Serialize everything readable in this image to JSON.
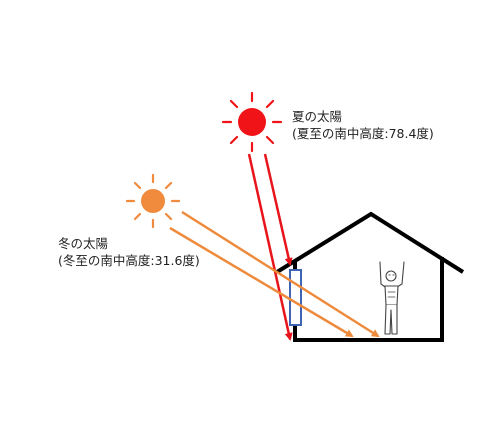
{
  "colors": {
    "summer_sun": "#f01418",
    "summer_ray": "#e8141b",
    "winter_sun": "#f08a3c",
    "winter_ray": "#ee8a3c",
    "house": "#000000",
    "window": "#3f64b4",
    "text": "#222222"
  },
  "summer": {
    "title": "夏の太陽",
    "altitude_note": "(夏至の南中高度:78.4度)",
    "altitude_deg": 78.4,
    "icon": "sun-icon"
  },
  "winter": {
    "title": "冬の太陽",
    "altitude_note": "(冬至の南中高度:31.6度)",
    "altitude_deg": 31.6,
    "icon": "sun-icon"
  },
  "house": {
    "icon": "house-icon",
    "window_icon": "window-icon",
    "person_icon": "person-arms-raised-icon"
  }
}
